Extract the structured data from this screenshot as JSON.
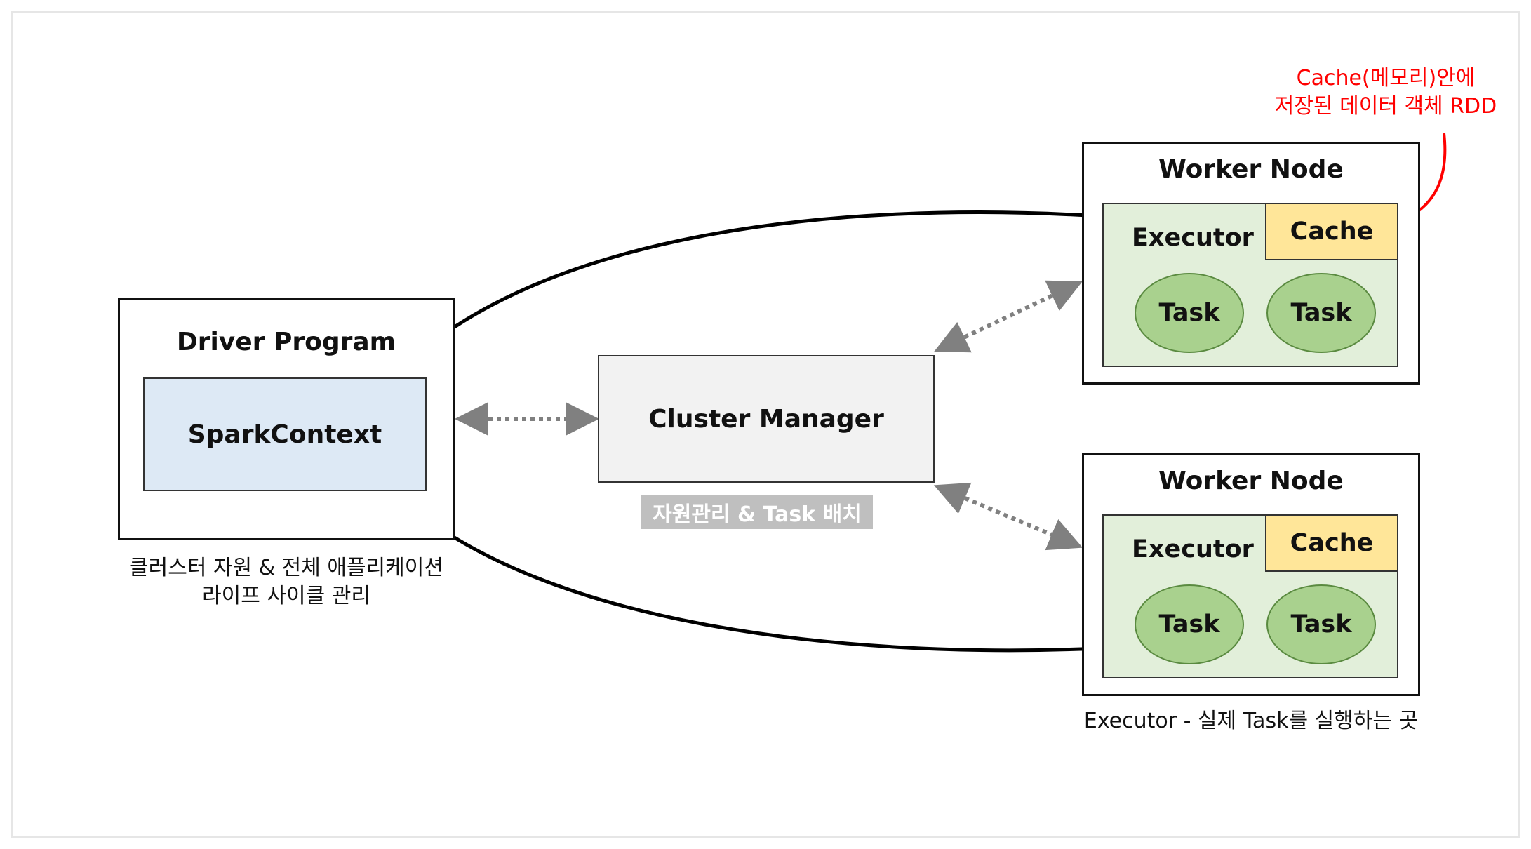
{
  "driver": {
    "title": "Driver Program",
    "context": "SparkContext",
    "caption_line1": "클러스터 자원 & 전체 애플리케이션",
    "caption_line2": "라이프 사이클 관리"
  },
  "cluster_manager": {
    "label": "Cluster Manager",
    "badge": "자원관리 & Task 배치"
  },
  "workers": [
    {
      "title": "Worker Node",
      "executor": "Executor",
      "cache": "Cache",
      "tasks": [
        "Task",
        "Task"
      ]
    },
    {
      "title": "Worker Node",
      "executor": "Executor",
      "cache": "Cache",
      "tasks": [
        "Task",
        "Task"
      ]
    }
  ],
  "executor_caption": "Executor - 실제 Task를 실행하는 곳",
  "cache_note": {
    "line1": "Cache(메모리)안에",
    "line2": "저장된 데이터 객체 RDD"
  },
  "colors": {
    "spark_context": "#dde9f5",
    "cluster_manager": "#f2f2f2",
    "executor": "#e2efda",
    "cache": "#ffe699",
    "task": "#a9d18e",
    "note": "#ff0000",
    "dotted_arrow": "#808080"
  }
}
